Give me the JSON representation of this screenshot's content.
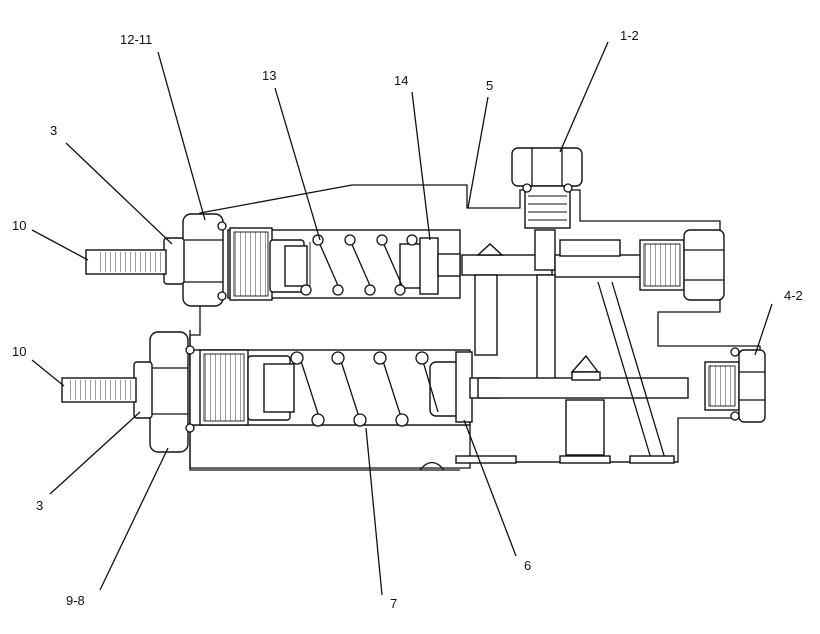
{
  "diagram": {
    "callouts": [
      {
        "id": "12-11",
        "label": "12-11"
      },
      {
        "id": "1-2",
        "label": "1-2"
      },
      {
        "id": "13",
        "label": "13"
      },
      {
        "id": "14",
        "label": "14"
      },
      {
        "id": "5",
        "label": "5"
      },
      {
        "id": "3-top",
        "label": "3"
      },
      {
        "id": "10-top",
        "label": "10"
      },
      {
        "id": "4-2",
        "label": "4-2"
      },
      {
        "id": "10-bottom",
        "label": "10"
      },
      {
        "id": "3-bottom",
        "label": "3"
      },
      {
        "id": "6",
        "label": "6"
      },
      {
        "id": "9-8",
        "label": "9-8"
      },
      {
        "id": "7",
        "label": "7"
      }
    ]
  }
}
